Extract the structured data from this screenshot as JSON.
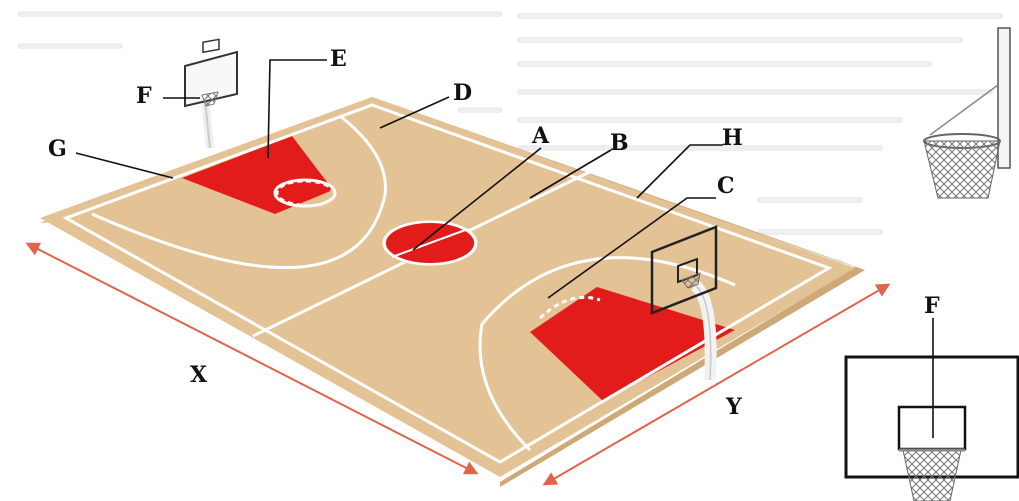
{
  "labels": {
    "A": "A",
    "B": "B",
    "C": "C",
    "D": "D",
    "E": "E",
    "F": "F",
    "G": "G",
    "H": "H",
    "X": "X",
    "Y": "Y",
    "F_inset": "F"
  },
  "colors": {
    "floor": "#e3c396",
    "floor_edge": "#cfa878",
    "court_lines": "#ffffff",
    "key_paint": "#e21b1b",
    "dimension_arrows": "#e0644a",
    "leader_lines": "#111111",
    "background_text": "#eeeeee"
  },
  "icons": [
    "basketball-hoop-icon",
    "backboard-icon",
    "net-icon"
  ]
}
